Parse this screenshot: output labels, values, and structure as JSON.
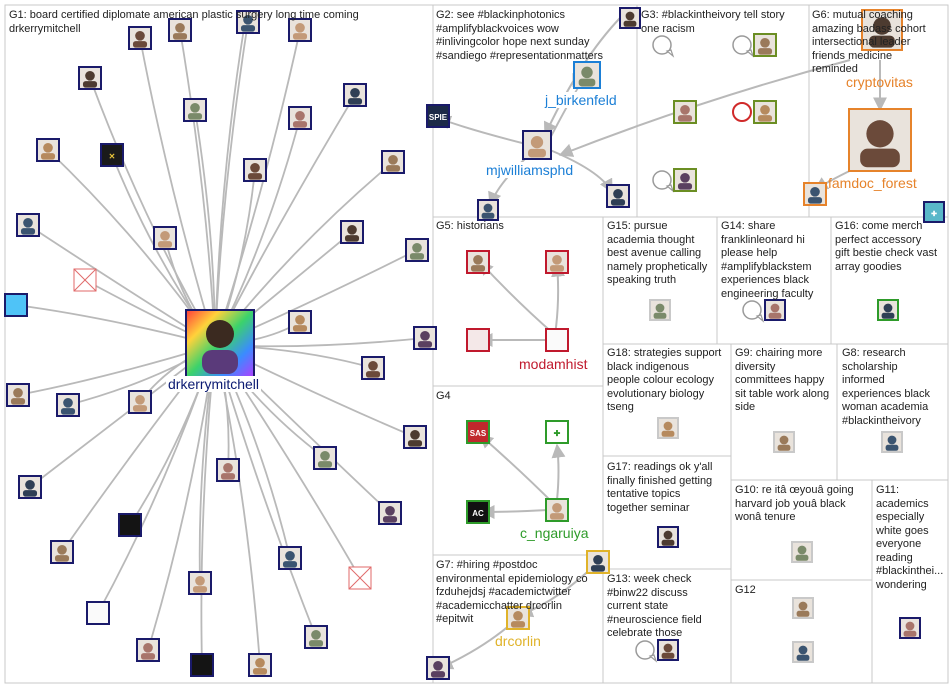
{
  "colors": {
    "edge": "#b9b9b9",
    "box_border": "#c9c9c9",
    "hub_label": "#0b1a72",
    "blue_label": "#1b7fd6",
    "red_label": "#c0192d",
    "green_label": "#2e9b2a",
    "orange_label": "#e6832b",
    "yellow_label": "#e0b32a"
  },
  "groups": [
    {
      "id": "G1",
      "text": "G1: board certified diplomate american plastic surgery long time coming\ndrkerrymitchell"
    },
    {
      "id": "G2",
      "text": "G2: see #blackinphotonics\n#amplifyblackvoices wow\n#inlivingcolor hope next sunday\n#sandiego #representationmatters"
    },
    {
      "id": "G3",
      "text": "G3: #blackintheivory tell story\none racism"
    },
    {
      "id": "G6",
      "text": "G6: mutual coaching\namazing badass cohort\nintersectional leader\nfriends medicine\nreminded"
    },
    {
      "id": "G5",
      "text": "G5: historians"
    },
    {
      "id": "G15",
      "text": "G15: pursue\nacademia thought\nbest avenue calling\nnamely prophetically\nspeaking truth"
    },
    {
      "id": "G14",
      "text": "G14: share\nfranklinleonard hi\nplease help\n#amplifyblackstem\nexperiences black\nengineering faculty"
    },
    {
      "id": "G16",
      "text": "G16: come merch\nperfect accessory\ngift bestie check vast\narray goodies"
    },
    {
      "id": "G18",
      "text": "G18: strategies support\nblack indigenous\npeople colour ecology\nevolutionary biology\ntseng"
    },
    {
      "id": "G9",
      "text": "G9: chairing more\ndiversity\ncommittees happy\nsit table work along\nside"
    },
    {
      "id": "G8",
      "text": "G8: research\nscholarship\ninformed\nexperiences black\nwoman academia\n#blackintheivory"
    },
    {
      "id": "G4",
      "text": "G4"
    },
    {
      "id": "G17",
      "text": "G17: readings ok y'all\nfinally finished getting\ntentative topics\ntogether seminar"
    },
    {
      "id": "G10",
      "text": "G10: re itâ œyouâ going\nharvard job youâ black\nwonâ tenure"
    },
    {
      "id": "G11",
      "text": "G11:\nacademics\nespecially\nwhite goes\neveryone\nreading\n#blackinthei...\nwondering"
    },
    {
      "id": "G7",
      "text": "G7: #hiring #postdoc\nenvironmental epidemiology co\nfzduhejdsj #academictwitter\n#academicchatter drcorlin\n#epitwit"
    },
    {
      "id": "G13",
      "text": "G13: week check\n#binw22 discuss\ncurrent state\n#neuroscience field\ncelebrate those"
    },
    {
      "id": "G12",
      "text": "G12"
    }
  ],
  "vertex_labels": {
    "hub": "drkerrymitchell",
    "j_birkenfeld": "j_birkenfeld",
    "mjwilliamsphd": "mjwilliamsphd",
    "cryptovitas": "cryptovitas",
    "famdoc_forest": "famdoc_forest",
    "modamhist": "modamhist",
    "c_ngaruiya": "c_ngaruiya",
    "drcorlin": "drcorlin"
  },
  "avatar_marks": {
    "spie": "SPIE",
    "sas": "SAS",
    "ac": "AC"
  }
}
